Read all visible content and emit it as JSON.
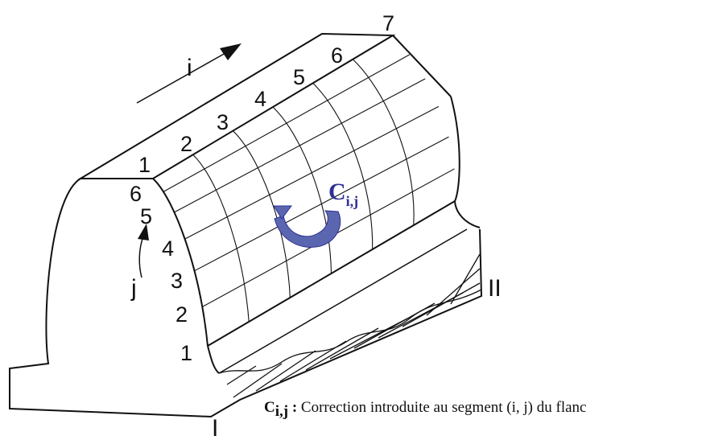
{
  "i_arrow": {
    "label": "i"
  },
  "j_arrow": {
    "label": "j"
  },
  "i_indices": [
    "1",
    "2",
    "3",
    "4",
    "5",
    "6",
    "7"
  ],
  "j_indices": [
    "1",
    "2",
    "3",
    "4",
    "5",
    "6"
  ],
  "section_labels": {
    "left": "I",
    "right": "II"
  },
  "correction_symbol": {
    "letter": "C",
    "subscript": "i,j"
  },
  "caption": {
    "symbol": "C",
    "subscript": "i,j",
    "colon": " :",
    "text": " Correction introduite au segment (i, j) du flanc"
  },
  "colors": {
    "line": "#111111",
    "correction_arrow": "#5a67b0",
    "correction_text": "#2e3192"
  }
}
